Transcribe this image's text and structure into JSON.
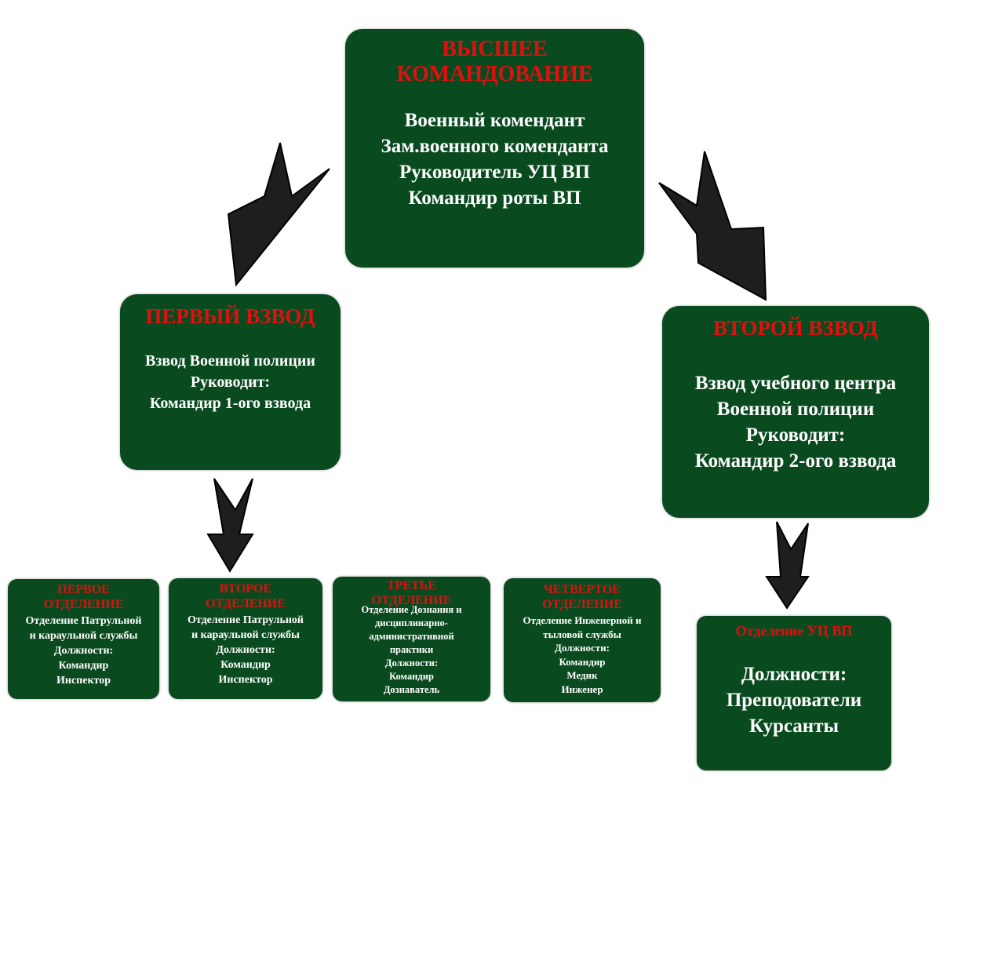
{
  "top": {
    "title": [
      "ВЫСШЕЕ",
      "КОМАНДОВАНИЕ"
    ],
    "lines": [
      "Военный комендант",
      "Зам.военного коменданта",
      "Руководитель УЦ ВП",
      "Командир роты ВП"
    ]
  },
  "platoon1": {
    "title": "ПЕРВЫЙ ВЗВОД",
    "lines": [
      "Взвод Военной полиции",
      "Руководит:",
      "Командир 1-ого взвода"
    ]
  },
  "platoon2": {
    "title": "ВТОРОЙ ВЗВОД",
    "lines": [
      "Взвод учебного центра",
      "Военной полиции",
      "Руководит:",
      "Командир 2-ого взвода"
    ]
  },
  "squad1": {
    "title": [
      "ПЕРВОЕ",
      "ОТДЕЛЕНИЕ"
    ],
    "lines": [
      "Отделение Патрульной",
      "и караульной службы",
      "Должности:",
      "Командир",
      "Инспектор"
    ]
  },
  "squad2": {
    "title": [
      "ВТОРОЕ",
      "ОТДЕЛЕНИЕ"
    ],
    "lines": [
      "Отделение Патрульной",
      "и караульной службы",
      "Должности:",
      "Командир",
      "Инспектор"
    ]
  },
  "squad3": {
    "title": [
      "ТРЕТЬЕ",
      "ОТДЕЛЕНИЕ"
    ],
    "lines": [
      "Отделение Дознания и",
      "дисциплинарно-",
      "административной",
      "практики",
      "Должности:",
      "Командир",
      "Дознаватель"
    ]
  },
  "squad4": {
    "title": [
      "ЧЕТВЕРТОЕ",
      "ОТДЕЛЕНИЕ"
    ],
    "lines": [
      "Отделение Инженерной и",
      "тыловой службы",
      "Должности:",
      "Командир",
      "Медик",
      "Инженер"
    ]
  },
  "squad_uc": {
    "title": "Отделение УЦ ВП",
    "lines": [
      "Должности:",
      "Преподователи",
      "Курсанты"
    ]
  },
  "colors": {
    "box": "#0a4a1f",
    "title": "#e01010",
    "text": "#ffffff",
    "arrow": "#1e1e1e"
  }
}
